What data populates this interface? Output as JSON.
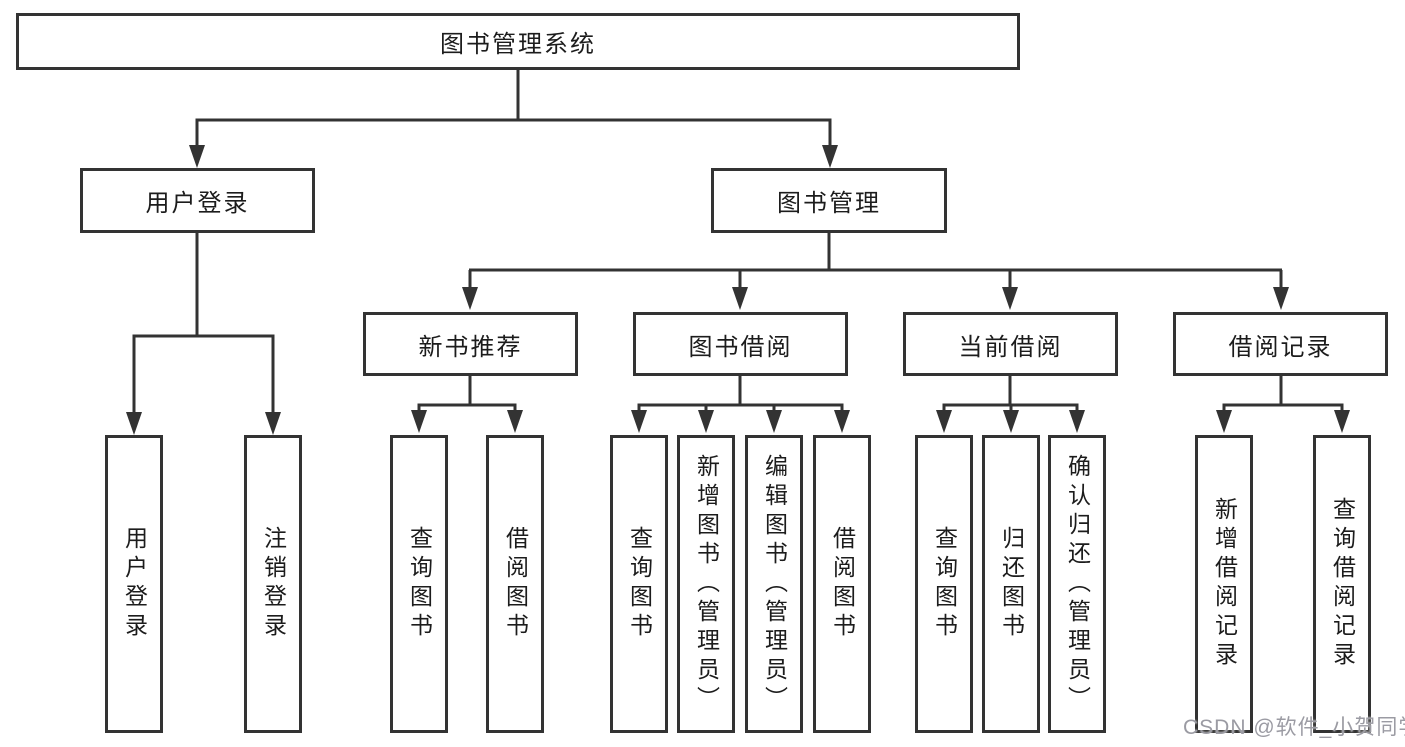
{
  "diagram": {
    "colors": {
      "box_border": "#333333",
      "connector": "#333333",
      "text": "#1c1c1c",
      "watermark_text": "#9b9ba3",
      "background": "#ffffff"
    },
    "nodes": {
      "root": "图书管理系统",
      "login": "用户登录",
      "manage": "图书管理",
      "newbook": "新书推荐",
      "borrow": "图书借阅",
      "current": "当前借阅",
      "records": "借阅记录",
      "login_children": [
        "用户登录",
        "注销登录"
      ],
      "newbook_children": [
        "查询图书",
        "借阅图书"
      ],
      "borrow_children": [
        "查询图书",
        "新增图书（管理员）",
        "编辑图书（管理员）",
        "借阅图书"
      ],
      "current_children": [
        "查询图书",
        "归还图书",
        "确认归还（管理员）"
      ],
      "records_children": [
        "新增借阅记录",
        "查询借阅记录"
      ]
    },
    "watermark": "CSDN @软件_小贺同学"
  }
}
